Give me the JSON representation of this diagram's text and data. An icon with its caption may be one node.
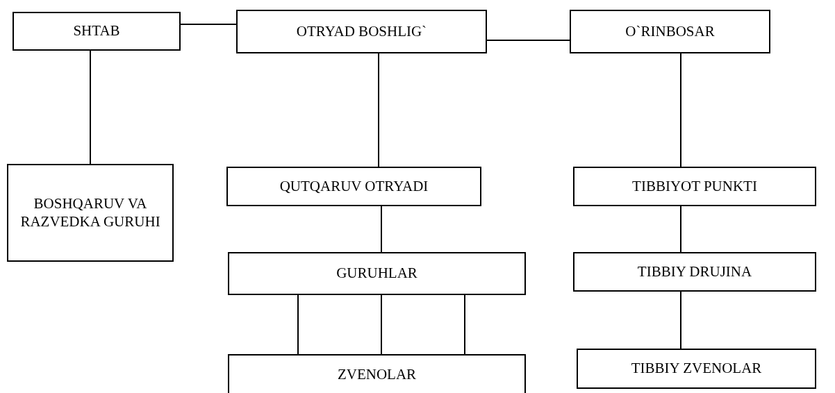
{
  "diagram": {
    "nodes": [
      {
        "text": [
          "SHTAB"
        ]
      },
      {
        "text": [
          "OTRYAD BOSHLIG`"
        ]
      },
      {
        "text": [
          "O`RINBOSAR"
        ]
      },
      {
        "text": [
          "BOSHQARUV VA RAZVEDKA GURUHI"
        ]
      },
      {
        "text": [
          "QUTQARUV OTRYADI"
        ]
      },
      {
        "text": [
          "TIBBIYOT PUNKTI"
        ]
      },
      {
        "text": [
          "GURUHLAR"
        ]
      },
      {
        "text": [
          "TIBBIY DRUJINA"
        ]
      },
      {
        "text": [
          "ZVENOLAR"
        ]
      },
      {
        "text": [
          "TIBBIY ZVENOLAR"
        ]
      }
    ],
    "edges": [
      {
        "from": 0,
        "to": 1,
        "arrow": "none"
      },
      {
        "from": 1,
        "to": 2,
        "arrow": "none"
      },
      {
        "from": 0,
        "to": 3,
        "arrow": "none"
      },
      {
        "from": 1,
        "to": 4,
        "arrow": "none"
      },
      {
        "from": 2,
        "to": 5,
        "arrow": "none"
      },
      {
        "from": 4,
        "to": 6,
        "arrow": "none"
      },
      {
        "from": 6,
        "to": 8,
        "arrow": "none"
      },
      {
        "from": 6,
        "to": 8,
        "arrow": "none"
      },
      {
        "from": 6,
        "to": 8,
        "arrow": "none"
      },
      {
        "from": 5,
        "to": 7,
        "arrow": "none"
      },
      {
        "from": 7,
        "to": 9,
        "arrow": "none"
      }
    ]
  }
}
